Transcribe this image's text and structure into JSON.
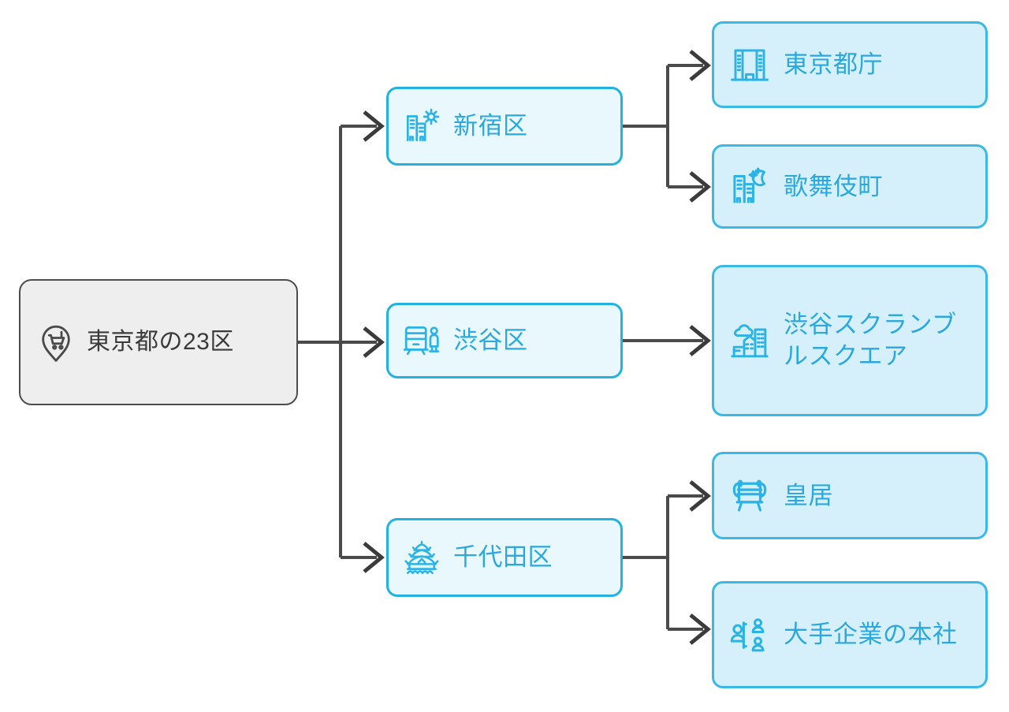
{
  "diagram": {
    "type": "tree-mindmap",
    "orientation": "left-to-right",
    "title": "東京都の23区",
    "colors": {
      "root_fill": "#efeeee",
      "root_border": "#4c4c4c",
      "root_text": "#3b3b3b",
      "branch_fill": "#e9f8fd",
      "branch_border": "#22b2e2",
      "leaf_fill": "#d6f0fb",
      "leaf_border": "#3ab9e8",
      "node_text": "#2ba8dd",
      "connector": "#4a4a4a",
      "background": "#ffffff"
    },
    "root": {
      "label": "東京都の23区",
      "icon": "map-pin-shopping-cart-icon"
    },
    "branches": [
      {
        "id": "shinjuku",
        "label": "新宿区",
        "icon": "buildings-sun-icon",
        "children": [
          {
            "id": "tocho",
            "label": "東京都庁",
            "icon": "government-building-icon"
          },
          {
            "id": "kabukicho",
            "label": "歌舞伎町",
            "icon": "buildings-night-moon-icon"
          }
        ]
      },
      {
        "id": "shibuya",
        "label": "渋谷区",
        "icon": "train-person-icon",
        "children": [
          {
            "id": "scramble",
            "label": "渋谷スクランブルスクエア",
            "icon": "cityscape-cloud-icon"
          }
        ]
      },
      {
        "id": "chiyoda",
        "label": "千代田区",
        "icon": "japanese-castle-icon",
        "children": [
          {
            "id": "kokyo",
            "label": "皇居",
            "icon": "imperial-throne-icon"
          },
          {
            "id": "honsha",
            "label": "大手企業の本社",
            "icon": "org-chart-people-icon"
          }
        ]
      }
    ]
  }
}
